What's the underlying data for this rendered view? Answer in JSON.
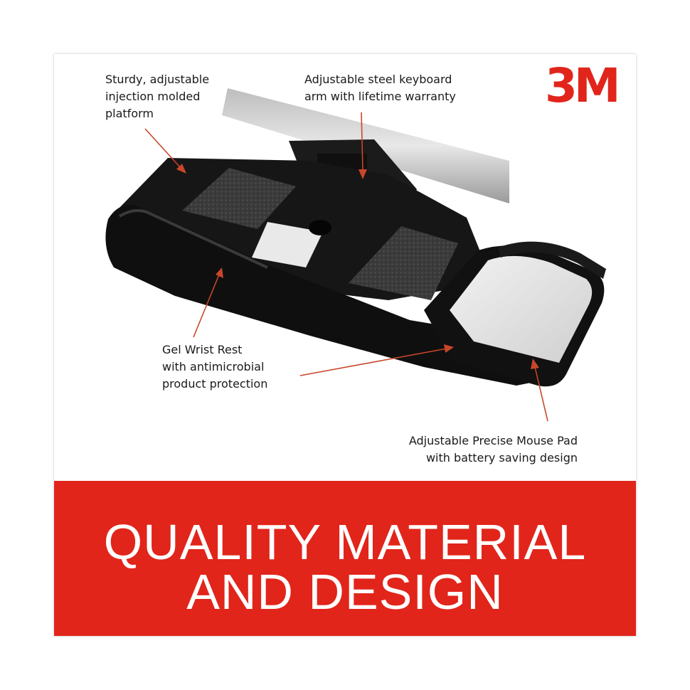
{
  "brand": {
    "logo_text": "3M",
    "color": "#e1251b"
  },
  "callouts": {
    "platform": [
      "Sturdy, adjustable",
      "injection molded",
      "platform"
    ],
    "arm": [
      "Adjustable steel keyboard",
      "arm with lifetime warranty"
    ],
    "wrist_rest": [
      "Gel Wrist Rest",
      "with antimicrobial",
      "product protection"
    ],
    "mouse_pad": [
      "Adjustable Precise Mouse Pad",
      "with battery saving design"
    ]
  },
  "banner": {
    "lines": [
      "QUALITY MATERIAL",
      "AND DESIGN"
    ],
    "background": "#e1251b",
    "text_color": "#ffffff"
  },
  "colors": {
    "arrow": "#c8462a",
    "tray": "#141414",
    "mat": "#3a3a3a",
    "mouse_pad": "#e6e6e6"
  }
}
